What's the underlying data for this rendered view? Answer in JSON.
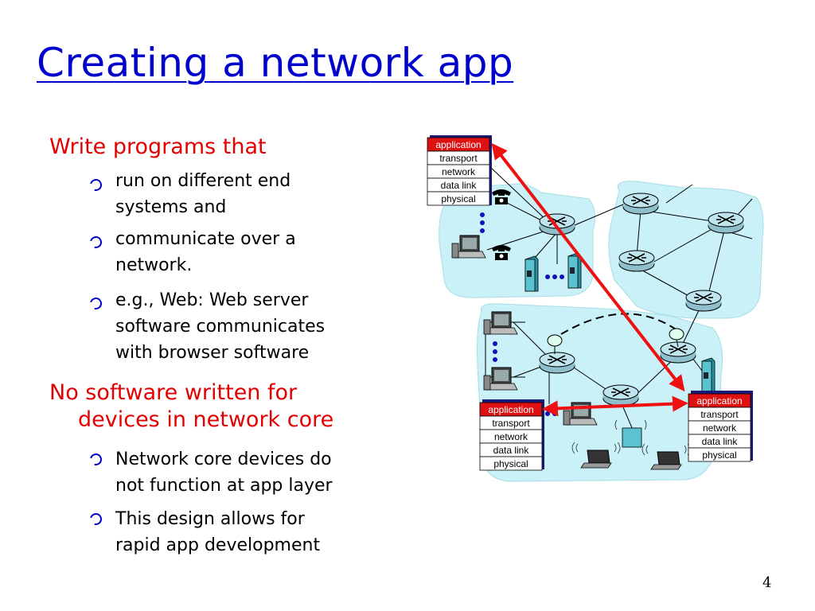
{
  "slide": {
    "title": "Creating a network app",
    "page_number": "4"
  },
  "bullets": {
    "b1": "Write programs that",
    "b1a": [
      "run on different end",
      "systems and"
    ],
    "b1b": [
      "communicate over a",
      "network."
    ],
    "b1c": [
      "e.g., Web: Web server",
      "software communicates",
      "with browser software"
    ],
    "b2": [
      "No software written for",
      "devices in network core"
    ],
    "b2a": [
      "Network core devices do",
      "not function at app layer"
    ],
    "b2b": [
      "This design allows for",
      "rapid app development"
    ]
  },
  "stacks": {
    "layers": [
      "application",
      "transport",
      "network",
      "data link",
      "physical"
    ]
  },
  "colors": {
    "title": "#0000cc",
    "heading_red": "#e30000",
    "cloud": "#c9f1f7",
    "router": "#bfe6ef",
    "arrow": "#ee1111",
    "app_layer": "#dd1111"
  }
}
